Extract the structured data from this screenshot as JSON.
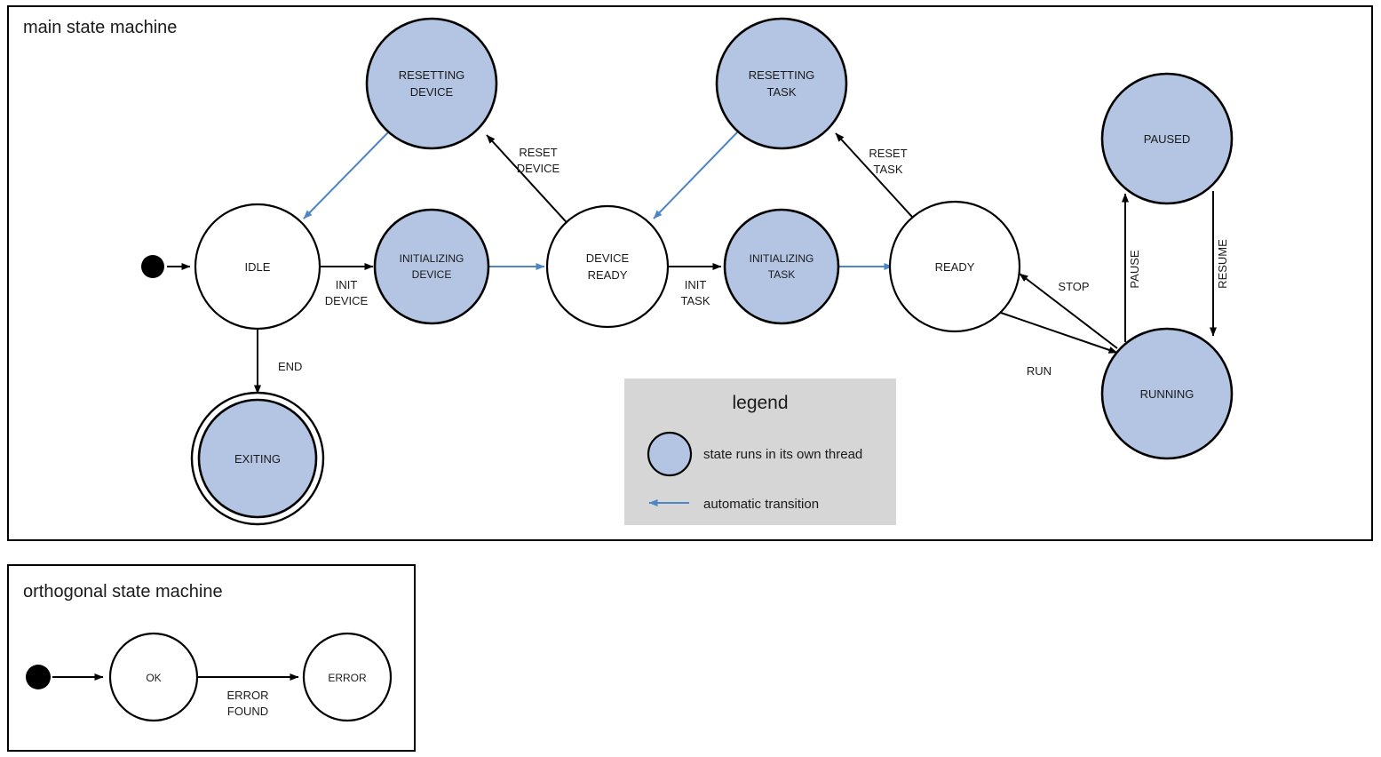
{
  "diagram": {
    "type": "state-machine",
    "colors": {
      "thread_state_fill": "#b3c5e3",
      "plain_state_fill": "#ffffff",
      "stroke": "#000000",
      "automatic_transition": "#4d85c6",
      "legend_background": "#d6d6d6",
      "page_background": "#ffffff"
    }
  },
  "main": {
    "title": "main state machine",
    "states": [
      {
        "id": "idle",
        "label_line1": "IDLE",
        "label_line2": "",
        "thread": false,
        "final": false
      },
      {
        "id": "resetting-device",
        "label_line1": "RESETTING",
        "label_line2": "DEVICE",
        "thread": true,
        "final": false
      },
      {
        "id": "initializing-device",
        "label_line1": "INITIALIZING",
        "label_line2": "DEVICE",
        "thread": true,
        "final": false
      },
      {
        "id": "device-ready",
        "label_line1": "DEVICE",
        "label_line2": "READY",
        "thread": false,
        "final": false
      },
      {
        "id": "resetting-task",
        "label_line1": "RESETTING",
        "label_line2": "TASK",
        "thread": true,
        "final": false
      },
      {
        "id": "initializing-task",
        "label_line1": "INITIALIZING",
        "label_line2": "TASK",
        "thread": true,
        "final": false
      },
      {
        "id": "ready",
        "label_line1": "READY",
        "label_line2": "",
        "thread": false,
        "final": false
      },
      {
        "id": "paused",
        "label_line1": "PAUSED",
        "label_line2": "",
        "thread": true,
        "final": false
      },
      {
        "id": "running",
        "label_line1": "RUNNING",
        "label_line2": "",
        "thread": true,
        "final": false
      },
      {
        "id": "exiting",
        "label_line1": "EXITING",
        "label_line2": "",
        "thread": true,
        "final": true
      }
    ],
    "transitions": [
      {
        "from": "start",
        "to": "idle",
        "label_line1": "",
        "label_line2": "",
        "automatic": false
      },
      {
        "from": "idle",
        "to": "initializing-device",
        "label_line1": "INIT",
        "label_line2": "DEVICE",
        "automatic": false
      },
      {
        "from": "initializing-device",
        "to": "device-ready",
        "label_line1": "",
        "label_line2": "",
        "automatic": true
      },
      {
        "from": "device-ready",
        "to": "resetting-device",
        "label_line1": "RESET",
        "label_line2": "DEVICE",
        "automatic": false
      },
      {
        "from": "resetting-device",
        "to": "idle",
        "label_line1": "",
        "label_line2": "",
        "automatic": true
      },
      {
        "from": "device-ready",
        "to": "initializing-task",
        "label_line1": "INIT",
        "label_line2": "TASK",
        "automatic": false
      },
      {
        "from": "initializing-task",
        "to": "ready",
        "label_line1": "",
        "label_line2": "",
        "automatic": true
      },
      {
        "from": "ready",
        "to": "resetting-task",
        "label_line1": "RESET",
        "label_line2": "TASK",
        "automatic": false
      },
      {
        "from": "resetting-task",
        "to": "device-ready",
        "label_line1": "",
        "label_line2": "",
        "automatic": true
      },
      {
        "from": "ready",
        "to": "running",
        "label_line1": "RUN",
        "label_line2": "",
        "automatic": false
      },
      {
        "from": "running",
        "to": "ready",
        "label_line1": "STOP",
        "label_line2": "",
        "automatic": false
      },
      {
        "from": "running",
        "to": "paused",
        "label_line1": "PAUSE",
        "label_line2": "",
        "automatic": false
      },
      {
        "from": "paused",
        "to": "running",
        "label_line1": "RESUME",
        "label_line2": "",
        "automatic": false
      },
      {
        "from": "idle",
        "to": "exiting",
        "label_line1": "END",
        "label_line2": "",
        "automatic": false
      }
    ],
    "edge_labels": {
      "init_device": "INIT",
      "init_device2": "DEVICE",
      "reset_device": "RESET",
      "reset_device2": "DEVICE",
      "init_task": "INIT",
      "init_task2": "TASK",
      "reset_task": "RESET",
      "reset_task2": "TASK",
      "run": "RUN",
      "stop": "STOP",
      "pause": "PAUSE",
      "resume": "RESUME",
      "end": "END"
    },
    "state_labels": {
      "idle": "IDLE",
      "resetting_device_1": "RESETTING",
      "resetting_device_2": "DEVICE",
      "initializing_device_1": "INITIALIZING",
      "initializing_device_2": "DEVICE",
      "device_ready_1": "DEVICE",
      "device_ready_2": "READY",
      "resetting_task_1": "RESETTING",
      "resetting_task_2": "TASK",
      "initializing_task_1": "INITIALIZING",
      "initializing_task_2": "TASK",
      "ready": "READY",
      "paused": "PAUSED",
      "running": "RUNNING",
      "exiting": "EXITING"
    }
  },
  "legend": {
    "title": "legend",
    "items": [
      {
        "kind": "circle-swatch",
        "text": "state runs in its own thread"
      },
      {
        "kind": "arrow-swatch",
        "text": "automatic transition"
      }
    ],
    "item1_text": "state runs in its own thread",
    "item2_text": "automatic transition"
  },
  "orthogonal": {
    "title": "orthogonal state machine",
    "states": [
      {
        "id": "ok",
        "label": "OK"
      },
      {
        "id": "error",
        "label": "ERROR"
      }
    ],
    "state_labels": {
      "ok": "OK",
      "error": "ERROR"
    },
    "transitions": [
      {
        "from": "start",
        "to": "ok",
        "label_line1": "",
        "label_line2": ""
      },
      {
        "from": "ok",
        "to": "error",
        "label_line1": "ERROR",
        "label_line2": "FOUND"
      }
    ],
    "edge_labels": {
      "error_found_1": "ERROR",
      "error_found_2": "FOUND"
    }
  }
}
